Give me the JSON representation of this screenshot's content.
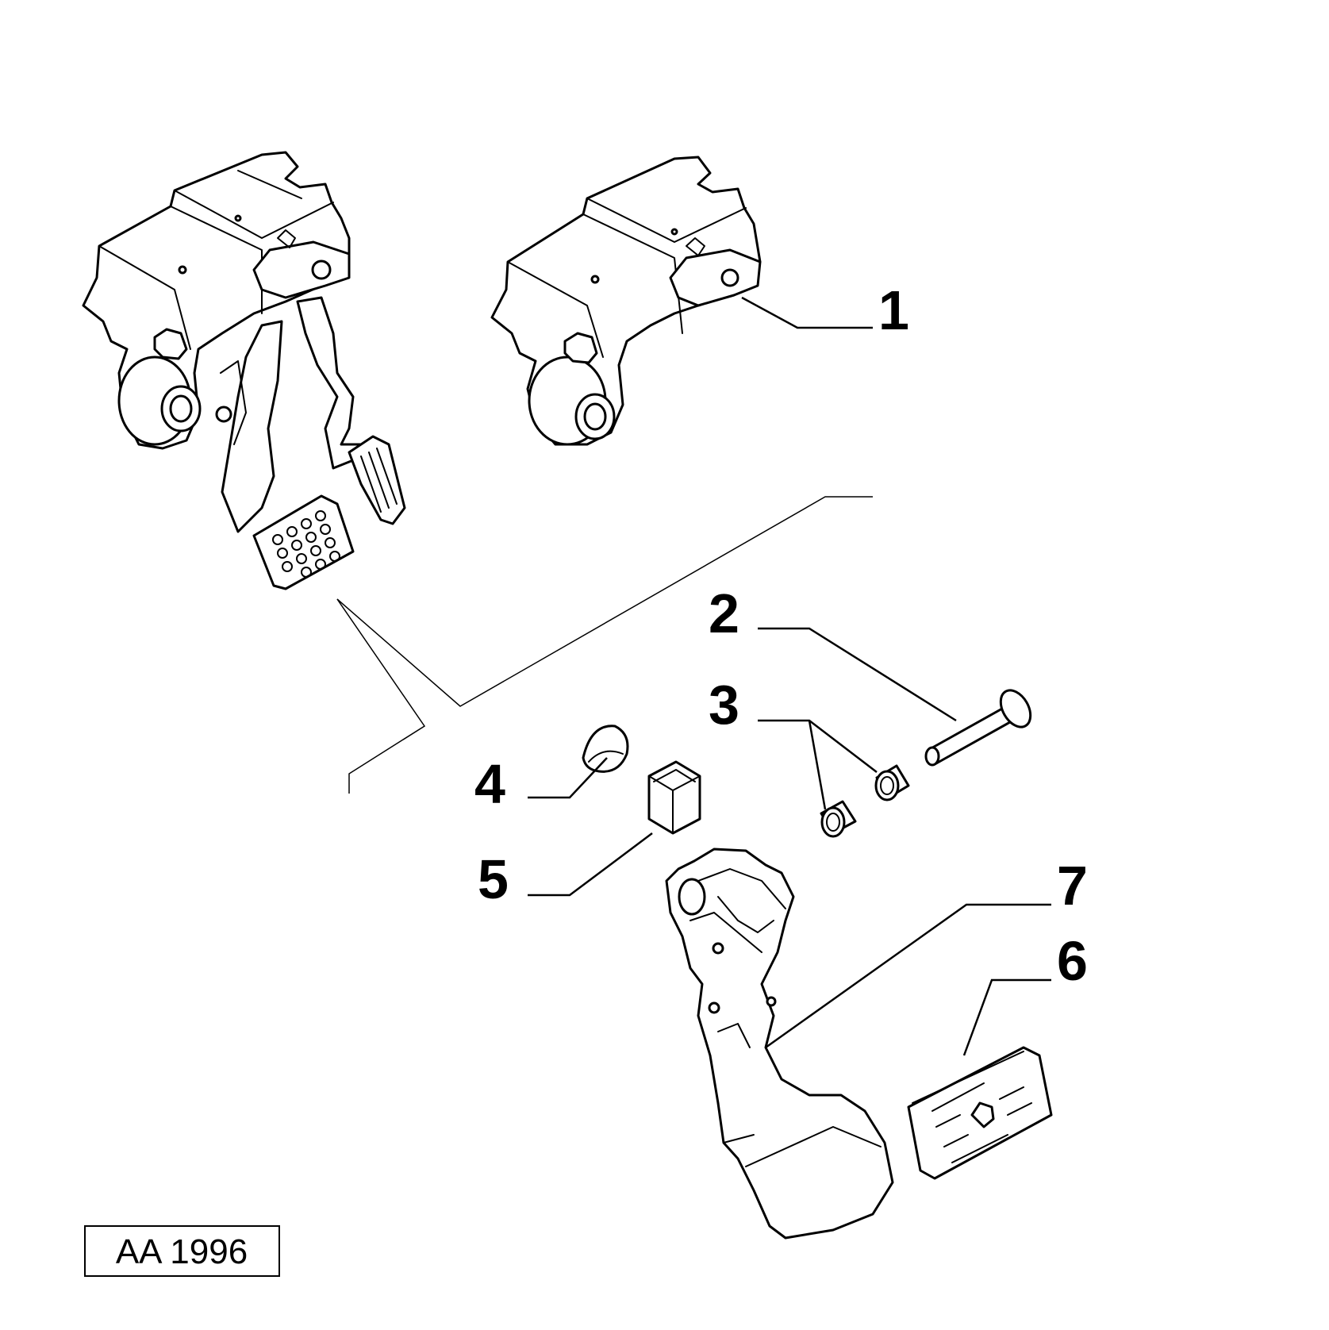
{
  "diagram": {
    "reference_code": "AA 1996",
    "callouts": [
      {
        "id": "1",
        "label": "1"
      },
      {
        "id": "2",
        "label": "2"
      },
      {
        "id": "3",
        "label": "3"
      },
      {
        "id": "4",
        "label": "4"
      },
      {
        "id": "5",
        "label": "5"
      },
      {
        "id": "6",
        "label": "6"
      },
      {
        "id": "7",
        "label": "7"
      }
    ]
  }
}
